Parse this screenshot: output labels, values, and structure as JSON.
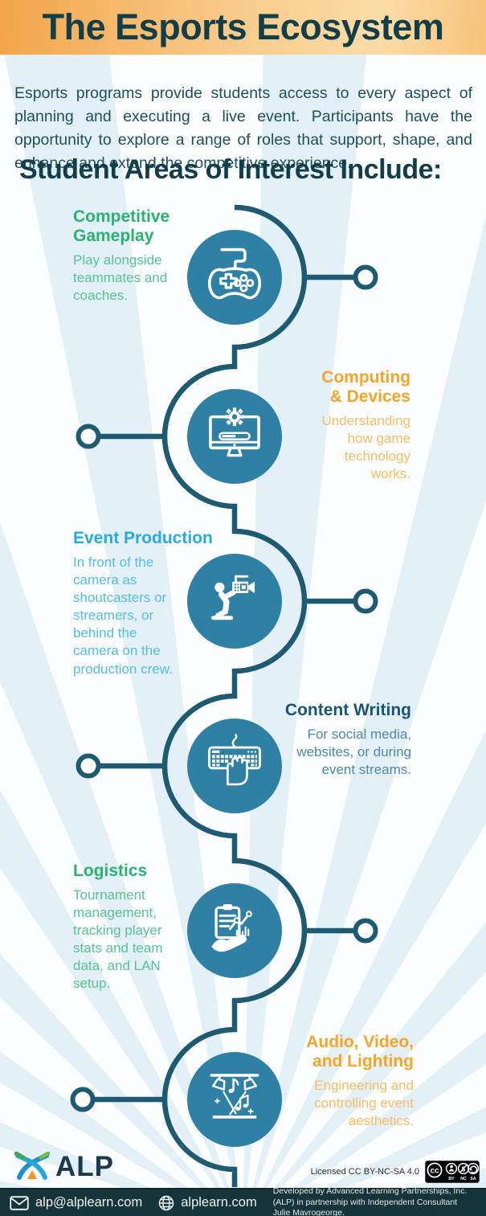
{
  "header": {
    "title": "The Esports Ecosystem"
  },
  "intro": "Esports programs provide students access to every aspect of planning and executing a live event. Participants have the opportunity to explore a range of roles that support, shape, and enhance and extend the competitive experience.",
  "subheading": "Student Areas of Interest Include:",
  "sections": [
    {
      "title": "Competitive Gameplay",
      "description": "Play alongside teammates and coaches.",
      "icon": "game-controller-icon",
      "side": "left",
      "title_color": "#2bb273",
      "body_color": "#57c292"
    },
    {
      "title": "Computing & Devices",
      "description": "Understanding how game technology works.",
      "icon": "monitor-gear-icon",
      "side": "right",
      "title_color": "#f7a42c",
      "body_color": "#f9bc66"
    },
    {
      "title": "Event Production",
      "description": "In front of the camera as shoutcasters or streamers, or behind the camera on the production crew.",
      "icon": "video-camera-icon",
      "side": "left",
      "title_color": "#29aae1",
      "body_color": "#55bce8"
    },
    {
      "title": "Content Writing",
      "description": "For social media, websites, or during event streams.",
      "icon": "keyboard-hand-icon",
      "side": "right",
      "title_color": "#1a5478",
      "body_color": "#4e89a9"
    },
    {
      "title": "Logistics",
      "description": "Tournament management, tracking player stats and team data, and LAN setup.",
      "icon": "clipboard-stats-icon",
      "side": "left",
      "title_color": "#2bb273",
      "body_color": "#57c292"
    },
    {
      "title": "Audio, Video, and Lighting",
      "description": "Engineering and controlling event aesthetics.",
      "icon": "stage-lights-icon",
      "side": "right",
      "title_color": "#f7a42c",
      "body_color": "#f9bc66"
    }
  ],
  "footer": {
    "logo_text": "ALP",
    "license_label": "Licensed CC BY-NC-SA 4.0",
    "cc_badge": {
      "emblem": "cc",
      "labels": [
        "BY",
        "NC",
        "SA"
      ]
    },
    "email": "alp@alplearn.com",
    "website": "alplearn.com",
    "credit": "Developed by Advanced Learning Partnerships, Inc. (ALP) in partnership with Independent Consultant Julie Mavrogeorge."
  },
  "colors": {
    "banner_orange": "#f5ab4a",
    "heading_dark_teal": "#123e4a",
    "body_dark_teal": "#1d4f5c",
    "bubble_teal": "#2e81a4",
    "spine_teal": "#1e5b72",
    "footer_bar": "#17343b"
  }
}
